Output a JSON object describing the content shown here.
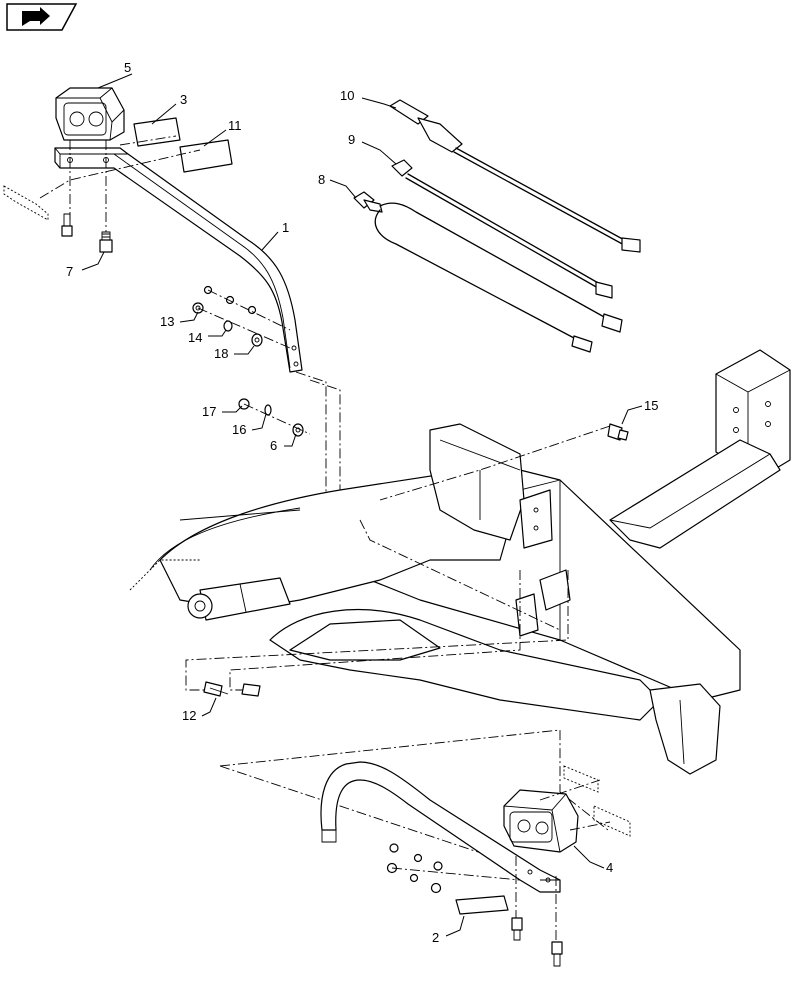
{
  "nav_icon": "arrow-right-icon",
  "callouts": {
    "c1": "1",
    "c2": "2",
    "c3": "3",
    "c4": "4",
    "c5": "5",
    "c6": "6",
    "c7": "7",
    "c8": "8",
    "c9": "9",
    "c10": "10",
    "c11": "11",
    "c12": "12",
    "c13": "13",
    "c14": "14",
    "c15": "15",
    "c16": "16",
    "c17": "17",
    "c18": "18"
  }
}
